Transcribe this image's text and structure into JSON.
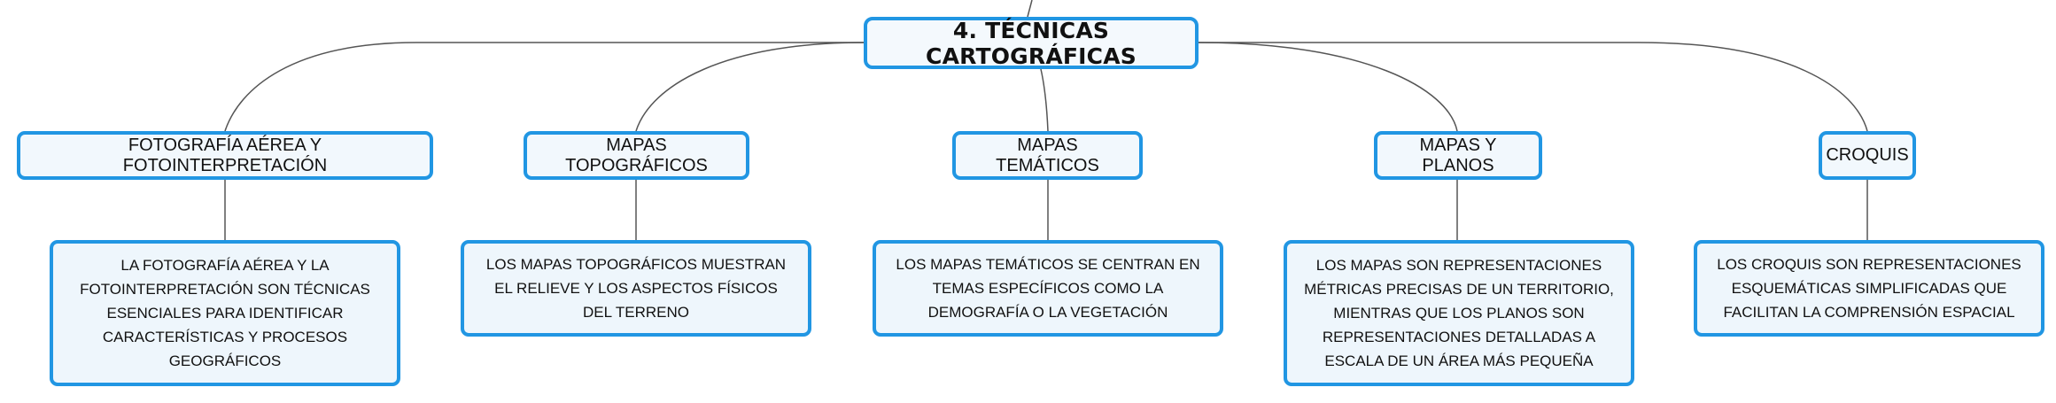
{
  "map": {
    "root": "4. TÉCNICAS CARTOGRÁFICAS",
    "branches": [
      {
        "title": "FOTOGRAFÍA AÉREA Y FOTOINTERPRETACIÓN",
        "description": "LA FOTOGRAFÍA AÉREA Y LA FOTOINTERPRETACIÓN SON TÉCNICAS ESENCIALES PARA IDENTIFICAR CARACTERÍSTICAS Y PROCESOS GEOGRÁFICOS"
      },
      {
        "title": "MAPAS TOPOGRÁFICOS",
        "description": "LOS MAPAS TOPOGRÁFICOS MUESTRAN EL RELIEVE Y LOS ASPECTOS FÍSICOS DEL TERRENO"
      },
      {
        "title": "MAPAS TEMÁTICOS",
        "description": "LOS MAPAS TEMÁTICOS SE CENTRAN EN TEMAS ESPECÍFICOS COMO LA DEMOGRAFÍA O LA VEGETACIÓN"
      },
      {
        "title": "MAPAS Y PLANOS",
        "description": "LOS MAPAS SON REPRESENTACIONES MÉTRICAS PRECISAS DE UN TERRITORIO, MIENTRAS QUE LOS PLANOS SON REPRESENTACIONES DETALLADAS A ESCALA DE UN ÁREA MÁS PEQUEÑA"
      },
      {
        "title": "CROQUIS",
        "description": "LOS CROQUIS SON REPRESENTACIONES ESQUEMÁTICAS SIMPLIFICADAS QUE FACILITAN LA COMPRENSIÓN ESPACIAL"
      }
    ]
  },
  "colors": {
    "node_border": "#2196e3",
    "node_fill": "#eef6fc",
    "connector": "#555555"
  }
}
